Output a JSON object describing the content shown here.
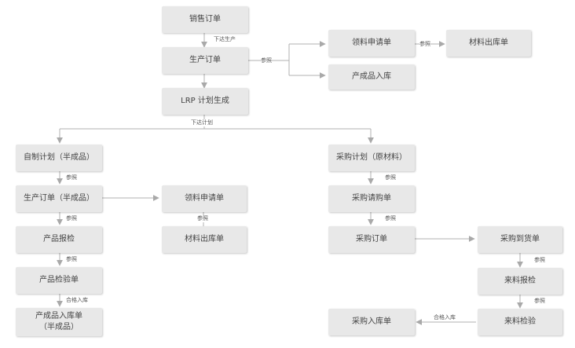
{
  "title": "ERP production & purchasing document flow",
  "colors": {
    "node_fill": "#e8e8e8",
    "node_text": "#444444",
    "edge": "#b0b0b0",
    "arrowhead": "#a9a9a9",
    "edge_label": "#555555",
    "background": "#ffffff"
  },
  "nodes": {
    "sales_order": "销售订单",
    "production_order": "生产订单",
    "lrp_plan": "LRP 计划生成",
    "material_request_top": "领料申请单",
    "material_issue_top": "材料出库单",
    "finished_goods_receipt": "产成品入库",
    "self_made_plan": "自制计划（半成品）",
    "production_order_semi": "生产订单（半成品）",
    "material_request_mid": "领料申请单",
    "material_issue_mid": "材料出库单",
    "product_inspection_request": "产品报检",
    "product_inspection_sheet": "产品检验单",
    "finished_goods_receipt_semi": "产成品入库单\n（半成品）",
    "purchase_plan": "采购计划（原材料）",
    "purchase_requisition": "采购请购单",
    "purchase_order": "采购订单",
    "purchase_arrival": "采购到货单",
    "incoming_inspection_request": "来料报检",
    "incoming_inspection": "来料检验",
    "purchase_receipt": "采购入库单"
  },
  "edge_labels": {
    "issue_production": "下达生产",
    "reference_top": "参照",
    "reference_top_right": "参照",
    "issue_plan": "下达计划",
    "ref_self_plan": "参照",
    "ref_prod_semi": "参照",
    "ref_material_mid": "参照",
    "ref_inspection": "参照",
    "qualified_receipt_left": "合格入库",
    "ref_purchase_plan": "参照",
    "ref_requisition": "参照",
    "ref_arrival": "参照",
    "ref_incoming": "参照",
    "qualified_receipt_right": "合格入库"
  }
}
